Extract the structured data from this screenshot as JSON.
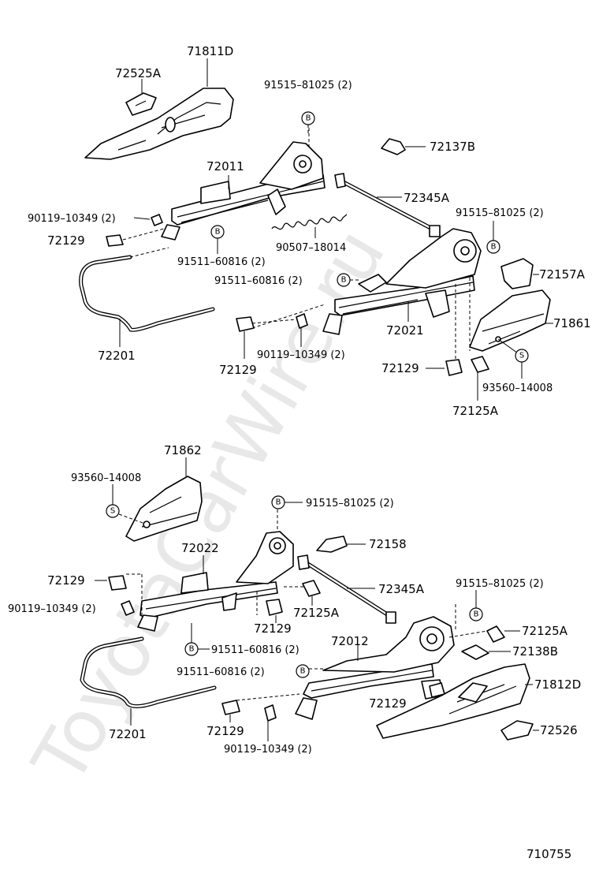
{
  "watermark": "ToyotaCarWire.ru",
  "diagram_id": "710755",
  "upper_assembly": {
    "labels": {
      "p71811D": "71811D",
      "p72525A": "72525A",
      "p91515_top": "91515–81025 (2)",
      "p72137B": "72137B",
      "p72011": "72011",
      "p72345A": "72345A",
      "p90119_left": "90119–10349 (2)",
      "p91515_right": "91515–81025 (2)",
      "p72129_left": "72129",
      "p90507": "90507–18014",
      "p91511_a": "91511–60816 (2)",
      "p72157A": "72157A",
      "p91511_b": "91511–60816 (2)",
      "p71861": "71861",
      "p72021": "72021",
      "p72201": "72201",
      "p90119_mid": "90119–10349 (2)",
      "p72129_mid": "72129",
      "p72129_right": "72129",
      "p93560": "93560–14008",
      "p72125A": "72125A"
    }
  },
  "lower_assembly": {
    "labels": {
      "p71862": "71862",
      "p93560": "93560–14008",
      "p91515_top": "91515–81025 (2)",
      "p72158": "72158",
      "p72022": "72022",
      "p72345A": "72345A",
      "p72129_left": "72129",
      "p91515_right": "91515–81025 (2)",
      "p90119_left": "90119–10349 (2)",
      "p72125A_mid": "72125A",
      "p72129_mid": "72129",
      "p72125A_right": "72125A",
      "p72012": "72012",
      "p72138B": "72138B",
      "p91511_a": "91511–60816 (2)",
      "p91511_b": "91511–60816 (2)",
      "p71812D": "71812D",
      "p72129_right": "72129",
      "p72201": "72201",
      "p72526": "72526",
      "p72129_bottom": "72129",
      "p90119_bottom": "90119–10349 (2)"
    }
  },
  "symbols": {
    "bolt": "B",
    "screw": "S"
  }
}
